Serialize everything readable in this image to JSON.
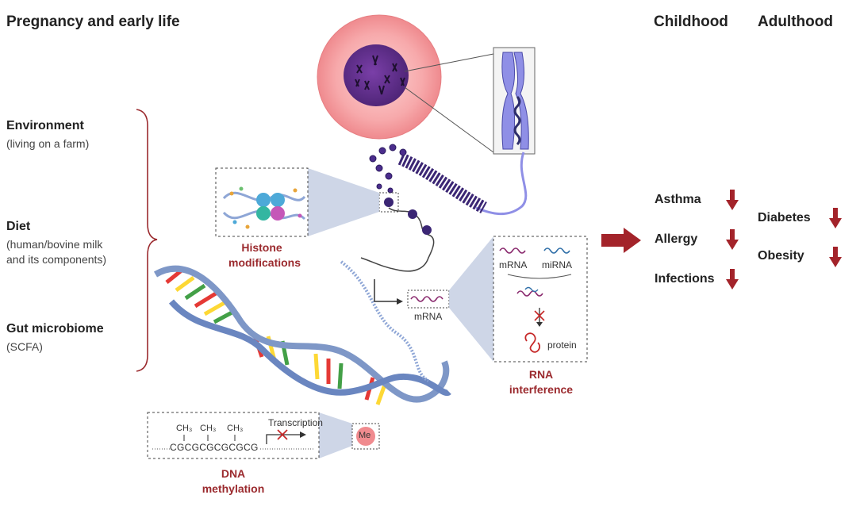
{
  "headings": {
    "pregnancy": "Pregnancy and early life",
    "childhood": "Childhood",
    "adulthood": "Adulthood"
  },
  "factors": [
    {
      "title": "Environment",
      "detail": "(living on a farm)"
    },
    {
      "title": "Diet",
      "detail_lines": [
        "(human/bovine milk",
        "and its components)"
      ]
    },
    {
      "title": "Gut microbiome",
      "detail": "(SCFA)"
    }
  ],
  "mechanisms": {
    "histone": [
      "Histone",
      "modifications"
    ],
    "rna": [
      "RNA",
      "interference"
    ],
    "dna": [
      "DNA",
      "methylation"
    ]
  },
  "rna_panel": {
    "mrna": "mRNA",
    "mirna": "miRNA",
    "protein": "protein",
    "mrna_strand": "mRNA"
  },
  "dna_panel": {
    "methyl_labels": [
      "CH₃",
      "CH₃",
      "CH₃"
    ],
    "sequence": "CGCGCGCGCGCG",
    "transcription": "Transcription",
    "me_badge": "Me"
  },
  "outcomes": {
    "childhood": [
      "Asthma",
      "Allergy",
      "Infections"
    ],
    "adulthood": [
      "Diabetes",
      "Obesity"
    ]
  },
  "colors": {
    "maroon": "#9b2a2e",
    "arrow": "#a3232a",
    "cell": "#f08b8f",
    "nucleus": "#5b2d8a",
    "dna_backbone": "#7e97c7"
  }
}
